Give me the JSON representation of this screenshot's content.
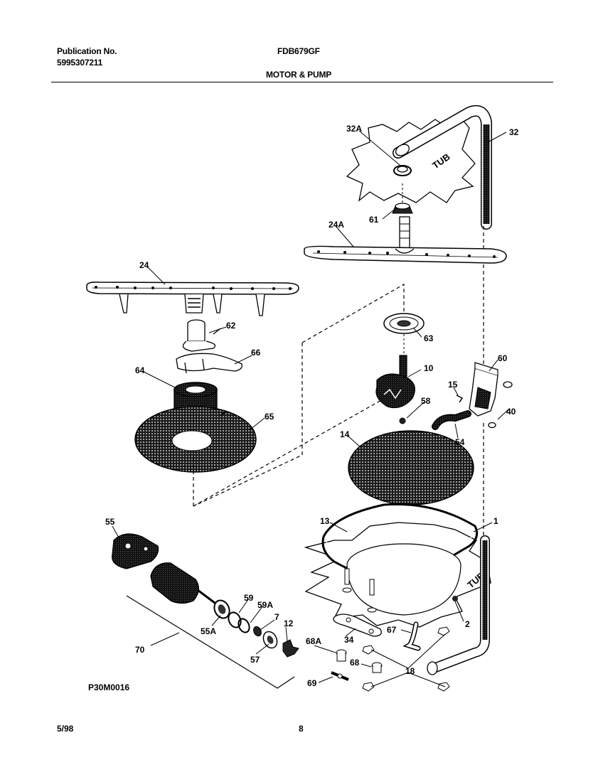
{
  "header": {
    "publication_label": "Publication No.",
    "publication_number": "5995307211",
    "model": "FDB679GF",
    "section_title": "MOTOR & PUMP"
  },
  "diagram": {
    "tub_label": "TUB",
    "drawing_code": "P30M0016",
    "callouts": [
      "1",
      "2",
      "7",
      "10",
      "12",
      "13",
      "14",
      "15",
      "18",
      "24",
      "24A",
      "32",
      "32A",
      "34",
      "40",
      "54",
      "55",
      "55A",
      "57",
      "58",
      "59",
      "59A",
      "60",
      "61",
      "62",
      "63",
      "64",
      "65",
      "66",
      "67",
      "68",
      "68A",
      "69",
      "70"
    ]
  },
  "footer": {
    "date": "5/98",
    "page": "8"
  }
}
